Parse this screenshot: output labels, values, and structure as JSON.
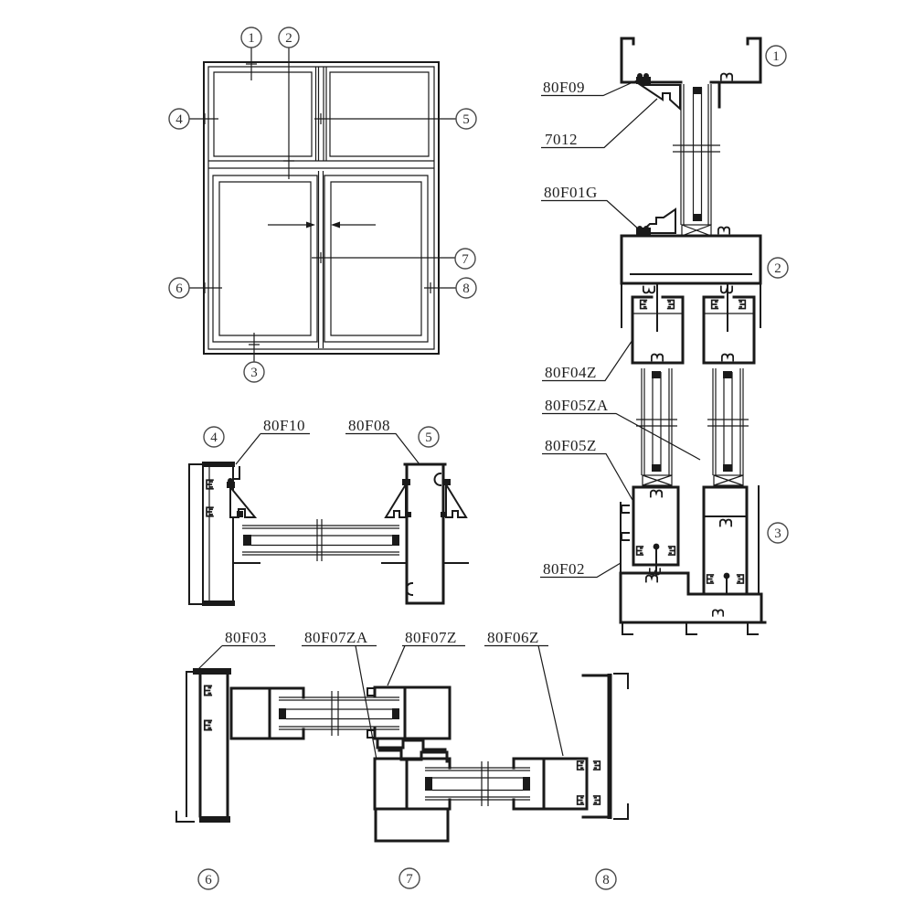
{
  "drawing": {
    "type": "window-assembly-section-drawing",
    "colors": {
      "line": "#1a1a1a",
      "background": "#ffffff",
      "label_text": "#1f1f1f"
    }
  },
  "callouts": {
    "n1": "1",
    "n2": "2",
    "n3": "3",
    "n4": "4",
    "n5": "5",
    "n6": "6",
    "n7": "7",
    "n8": "8"
  },
  "vertical_section": {
    "labels": {
      "f09": "80F09",
      "g7012": "7012",
      "f01g": "80F01G",
      "f04z": "80F04Z",
      "f05za": "80F05ZA",
      "f05z": "80F05Z",
      "f02": "80F02"
    }
  },
  "horizontal_section_top": {
    "labels": {
      "f10": "80F10",
      "f08": "80F08"
    }
  },
  "horizontal_section_bottom": {
    "labels": {
      "f03": "80F03",
      "f07za": "80F07ZA",
      "f07z": "80F07Z",
      "f06z": "80F06Z"
    }
  }
}
